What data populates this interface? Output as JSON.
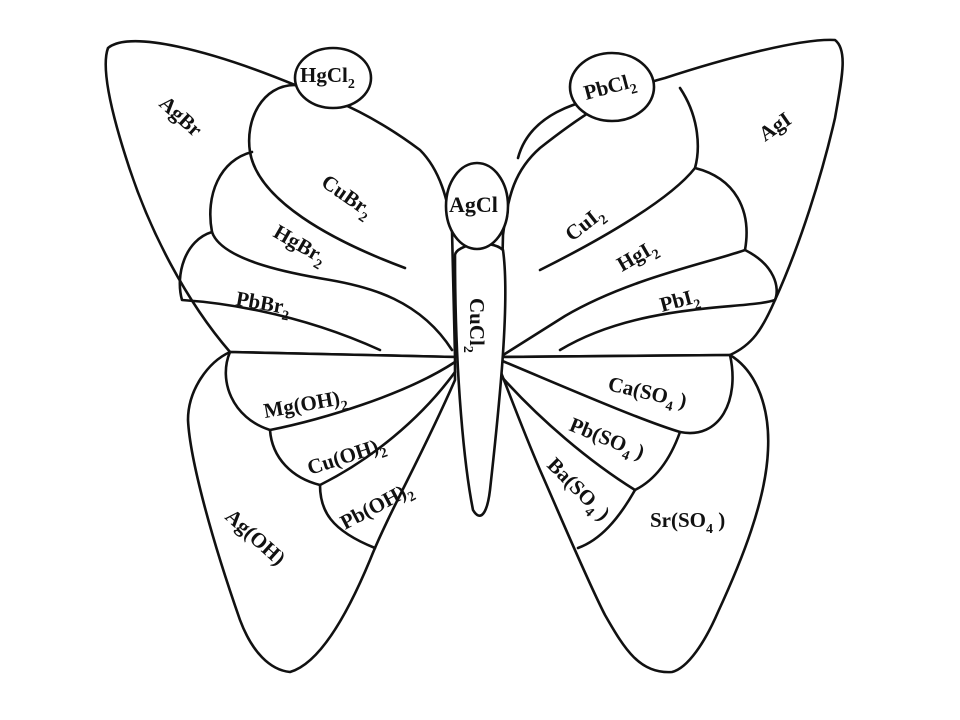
{
  "diagram": {
    "stroke_color": "#111111",
    "fill_color": "#ffffff",
    "labels": {
      "hgcl2": {
        "base": "HgCl",
        "sub": "2",
        "tail": ""
      },
      "pbcl2": {
        "base": "PbCl",
        "sub": "2",
        "tail": ""
      },
      "agcl": {
        "base": "AgCl",
        "sub": "",
        "tail": ""
      },
      "cucl2": {
        "base": "CuCl",
        "sub": "2",
        "tail": ""
      },
      "agbr": {
        "base": "AgBr",
        "sub": "",
        "tail": ""
      },
      "cubr2": {
        "base": "CuBr",
        "sub": "2",
        "tail": ""
      },
      "hgbr2": {
        "base": "HgBr",
        "sub": "2",
        "tail": ""
      },
      "pbbr2": {
        "base": "PbBr",
        "sub": "2",
        "tail": ""
      },
      "agi": {
        "base": "AgI",
        "sub": "",
        "tail": ""
      },
      "cui2": {
        "base": "CuI",
        "sub": "2",
        "tail": ""
      },
      "hgi2": {
        "base": "HgI",
        "sub": "2",
        "tail": ""
      },
      "pbi2": {
        "base": "PbI",
        "sub": "2",
        "tail": ""
      },
      "mgoh2": {
        "base": "Mg(OH)",
        "sub": "2",
        "tail": ""
      },
      "cuoh2": {
        "base": "Cu(OH)",
        "sub": "2",
        "tail": ""
      },
      "pboh2": {
        "base": "Pb(OH)",
        "sub": "2",
        "tail": ""
      },
      "agoh": {
        "base": "Ag(OH)",
        "sub": "",
        "tail": ""
      },
      "caso4": {
        "base": "Ca(SO",
        "sub": "4",
        "tail": " )"
      },
      "pbso4": {
        "base": "Pb(SO",
        "sub": "4",
        "tail": " )"
      },
      "baso4": {
        "base": "Ba(SO",
        "sub": "4",
        "tail": " )"
      },
      "srso4": {
        "base": "Sr(SO",
        "sub": "4",
        "tail": " )"
      }
    }
  }
}
